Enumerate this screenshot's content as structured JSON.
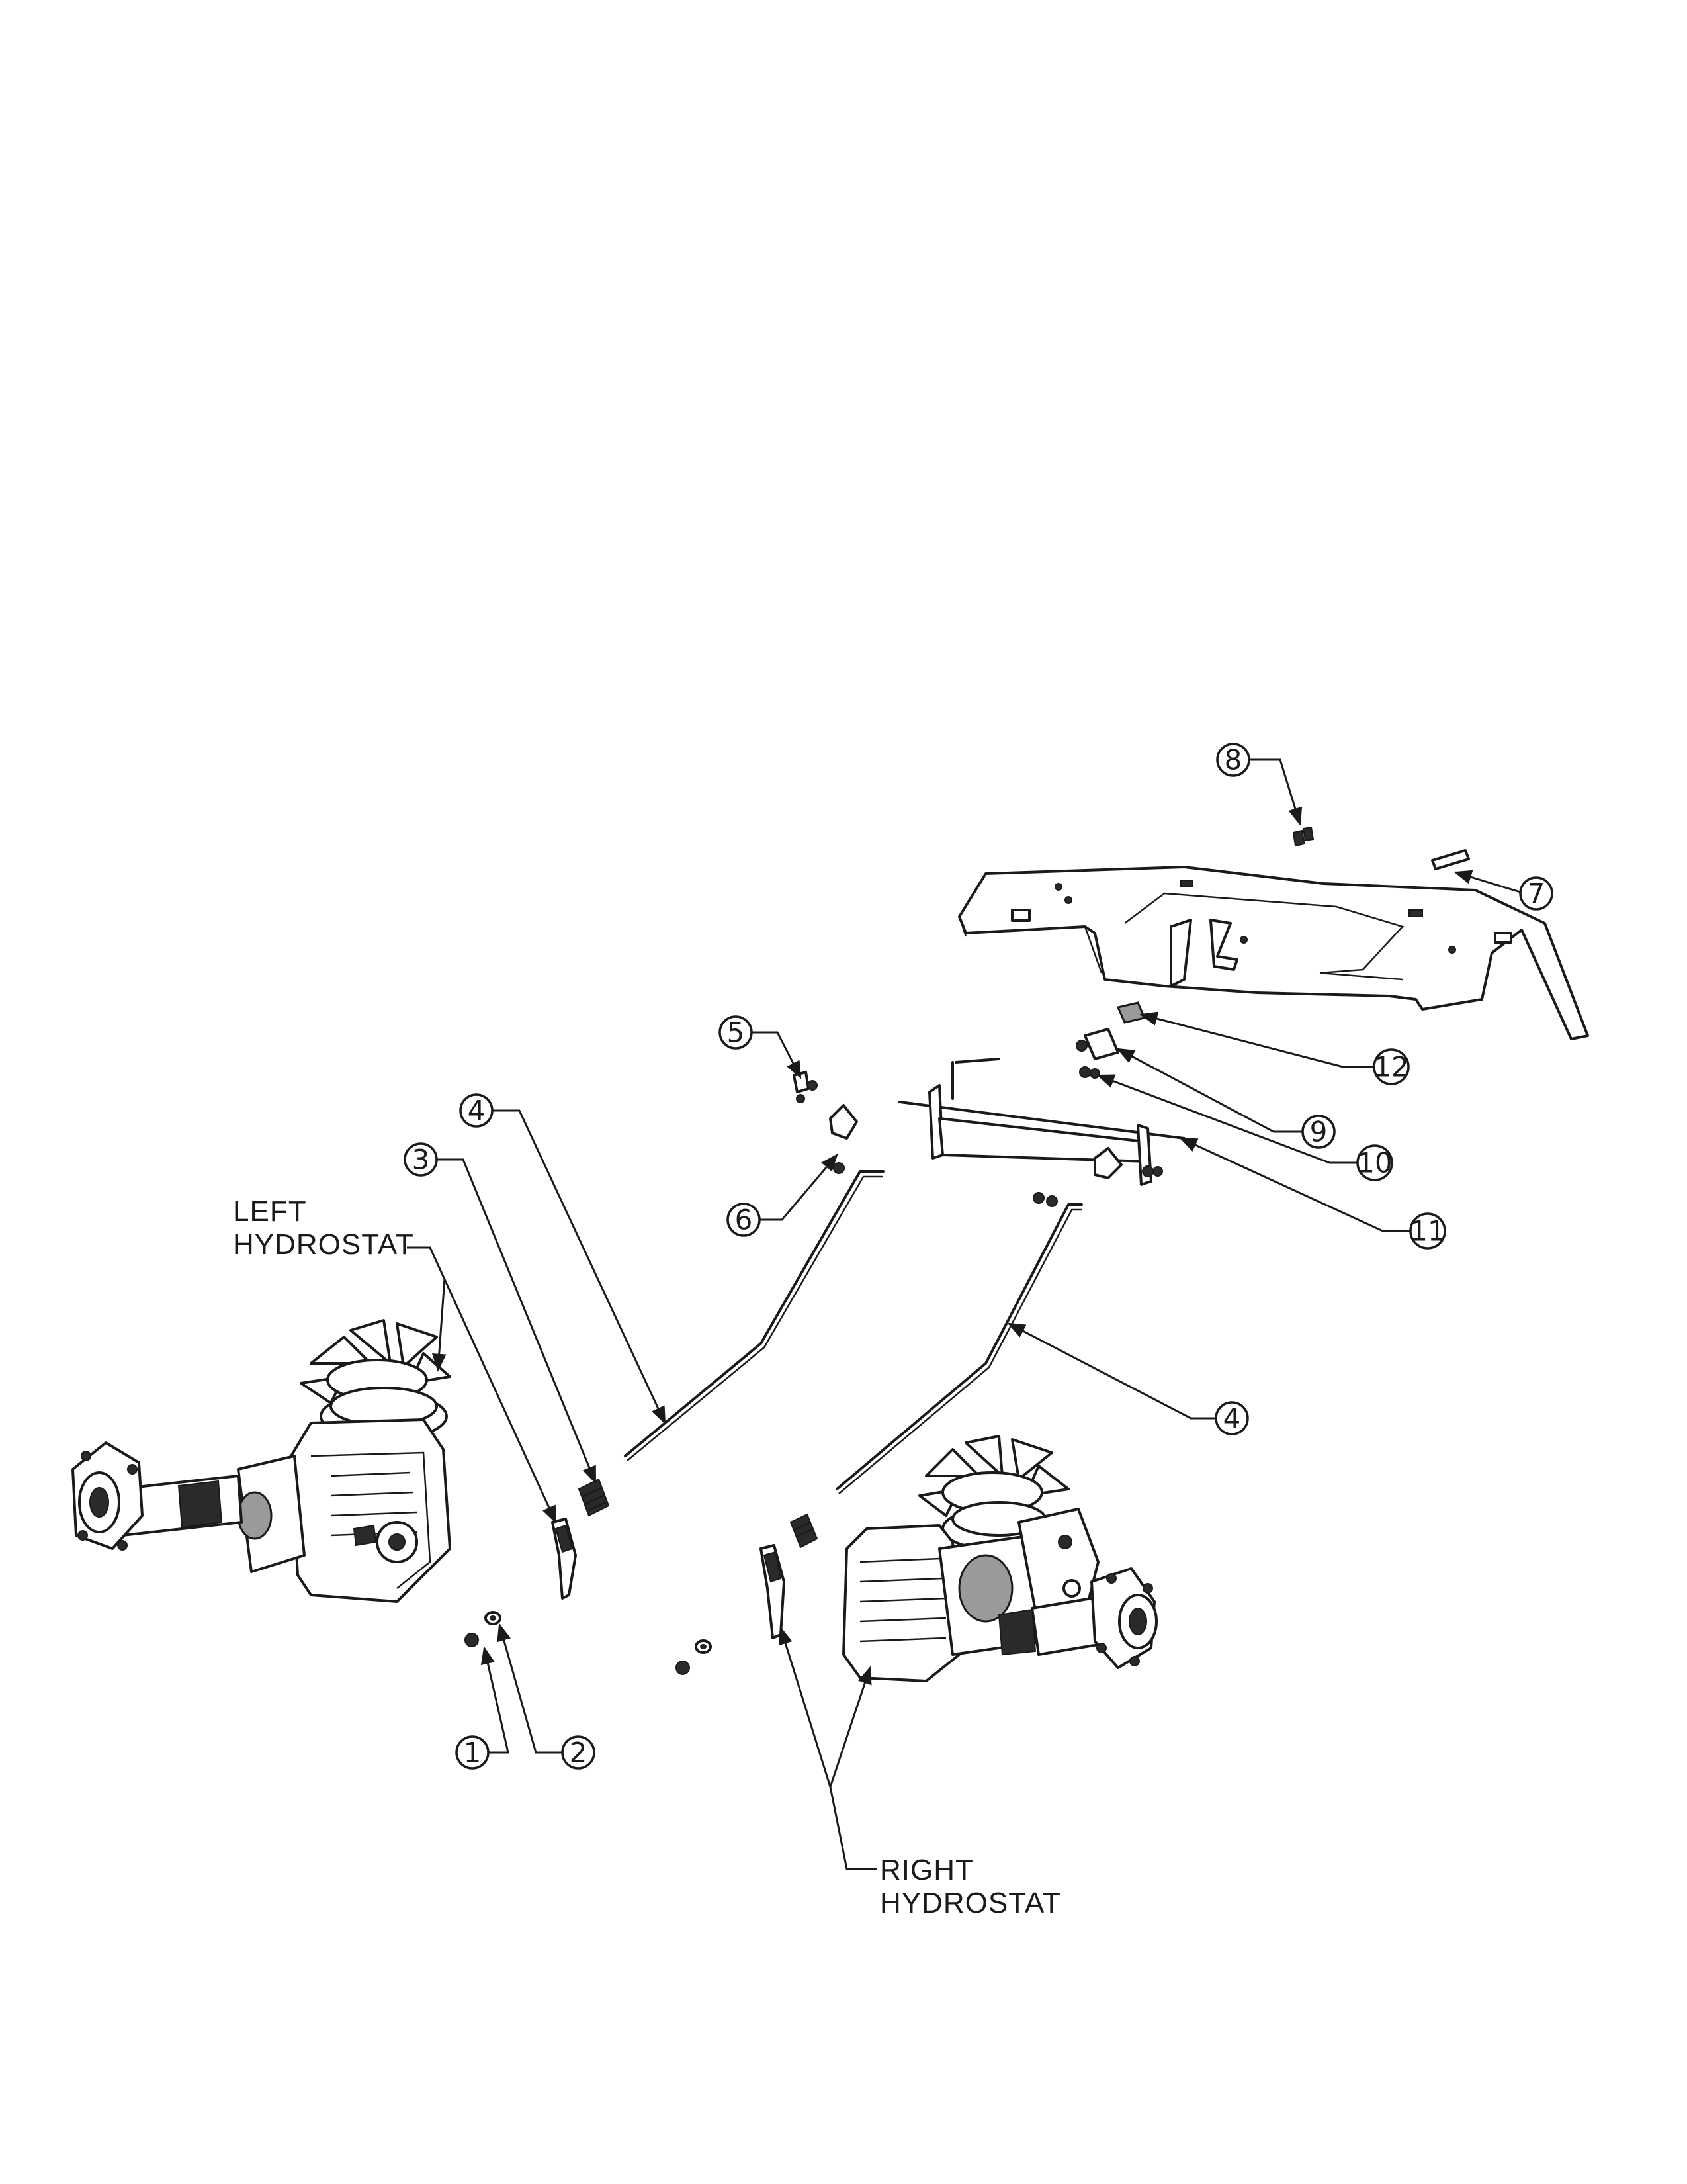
{
  "labels": {
    "left_hydrostat_line1": "LEFT",
    "left_hydrostat_line2": "HYDROSTAT",
    "right_hydrostat_line1": "RIGHT",
    "right_hydrostat_line2": "HYDROSTAT"
  },
  "callouts": {
    "c1": "1",
    "c2": "2",
    "c3": "3",
    "c4a": "4",
    "c4b": "4",
    "c5": "5",
    "c6": "6",
    "c7": "7",
    "c8": "8",
    "c9": "9",
    "c10": "10",
    "c11": "11",
    "c12": "12"
  }
}
